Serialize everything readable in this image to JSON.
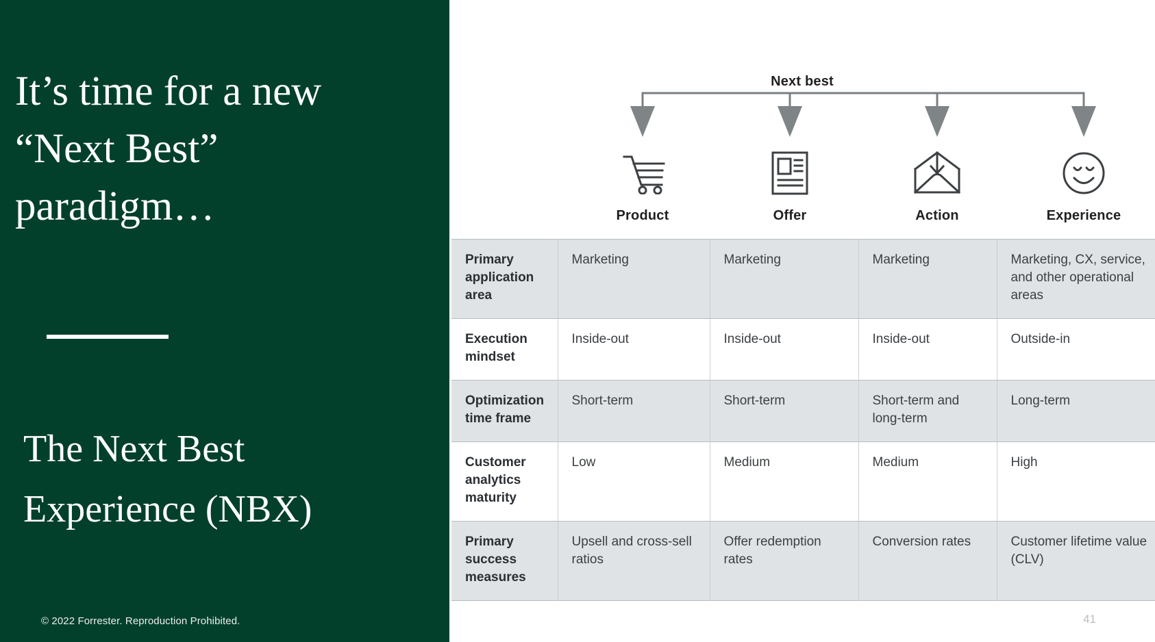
{
  "slide": {
    "page_number": "41",
    "background_color": "#03402c",
    "accent_color": "#dfe3e6"
  },
  "left": {
    "headline": "It’s time for a new\n“Next Best”\nparadigm…",
    "subhead": "The Next Best\nExperience (NBX)",
    "copyright": "© 2022 Forrester. Reproduction Prohibited."
  },
  "diagram": {
    "title": "Next best",
    "columns": [
      {
        "label": "Product",
        "icon": "shopping-cart-icon"
      },
      {
        "label": "Offer",
        "icon": "document-article-icon"
      },
      {
        "label": "Action",
        "icon": "envelope-download-icon"
      },
      {
        "label": "Experience",
        "icon": "smiley-face-icon"
      }
    ]
  },
  "table": {
    "rows": [
      {
        "shaded": true,
        "label": "Primary application area",
        "cells": [
          "Marketing",
          "Marketing",
          "Marketing",
          "Marketing, CX, service, and other operational areas"
        ]
      },
      {
        "shaded": false,
        "label": "Execution mindset",
        "cells": [
          "Inside-out",
          "Inside-out",
          "Inside-out",
          "Outside-in"
        ]
      },
      {
        "shaded": true,
        "label": "Optimization time frame",
        "cells": [
          "Short-term",
          "Short-term",
          "Short-term and long-term",
          "Long-term"
        ]
      },
      {
        "shaded": false,
        "label": "Customer analytics maturity",
        "cells": [
          "Low",
          "Medium",
          "Medium",
          "High"
        ]
      },
      {
        "shaded": true,
        "label": "Primary success measures",
        "cells": [
          "Upsell and cross-sell ratios",
          "Offer redemption rates",
          "Conversion rates",
          "Customer lifetime value (CLV)"
        ]
      }
    ]
  }
}
